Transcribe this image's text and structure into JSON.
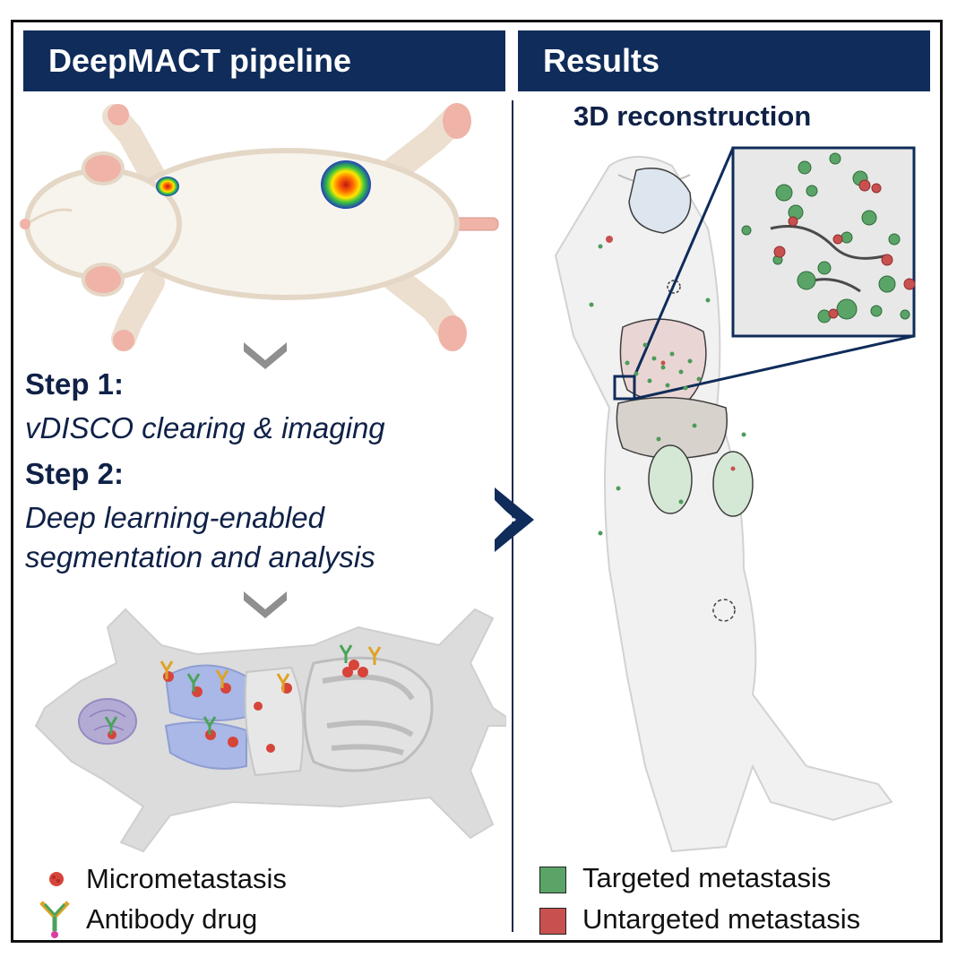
{
  "header": {
    "left_title": "DeepMACT pipeline",
    "right_title": "Results"
  },
  "left_panel": {
    "step1_title": "Step 1:",
    "step1_desc": "vDISCO clearing & imaging",
    "step2_title": "Step 2:",
    "step2_desc_line1": "Deep learning-enabled",
    "step2_desc_line2": "segmentation and analysis",
    "legend": [
      {
        "label": "Micrometastasis",
        "icon": "micrometastasis-icon"
      },
      {
        "label": "Antibody drug",
        "icon": "antibody-icon"
      }
    ]
  },
  "right_panel": {
    "subtitle": "3D reconstruction",
    "legend": [
      {
        "label": "Targeted metastasis",
        "color": "#5aa467"
      },
      {
        "label": "Untargeted metastasis",
        "color": "#c8514f"
      }
    ]
  },
  "colors": {
    "header_bg": "#0f2c5a",
    "text_navy": "#0f2147",
    "targeted": "#5aa467",
    "untargeted": "#c8514f"
  }
}
